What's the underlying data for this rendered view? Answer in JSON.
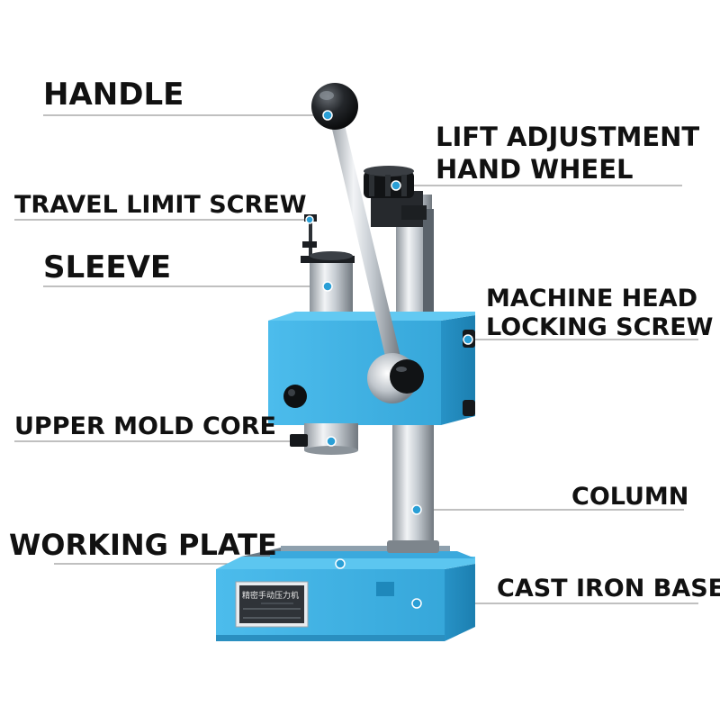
{
  "labels": {
    "handle": "HANDLE",
    "travel_limit_screw": "TRAVEL LIMIT SCREW",
    "sleeve": "SLEEVE",
    "upper_mold_core": "UPPER MOLD CORE",
    "working_plate": "WORKING PLATE",
    "lift_adjustment_line1": "LIFT ADJUSTMENT",
    "lift_adjustment_line2": "HAND WHEEL",
    "machine_head_line1": "MACHINE HEAD",
    "machine_head_line2": "LOCKING SCREW",
    "column": "COLUMN",
    "cast_iron_base": "CAST IRON BASE"
  },
  "nameplate": {
    "title": "精密手动压力机"
  },
  "colors": {
    "machine_blue": "#3aaee0",
    "machine_blue_dark": "#1f86b8",
    "steel": "#c9ced3",
    "dark": "#1b1e22",
    "leader_line": "#9a9a9a",
    "pointer_dot": "#2a9fd6"
  }
}
